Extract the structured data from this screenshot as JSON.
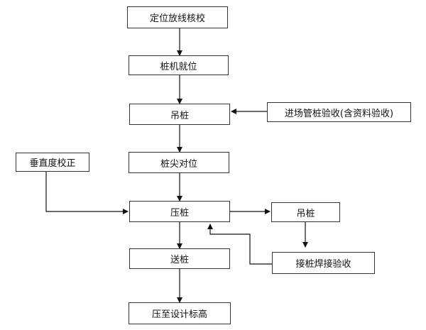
{
  "flowchart": {
    "nodes": {
      "n1": "定位放线核校",
      "n2": "桩机就位",
      "n3": "吊桩",
      "n4": "桩尖对位",
      "n5": "压桩",
      "n6": "送桩",
      "n7": "压至设计标高",
      "side_incoming": "进场管桩验收(含资料验收)",
      "side_vertical": "垂直度校正",
      "side_lift": "吊桩",
      "side_joint": "接桩焊接验收"
    }
  }
}
